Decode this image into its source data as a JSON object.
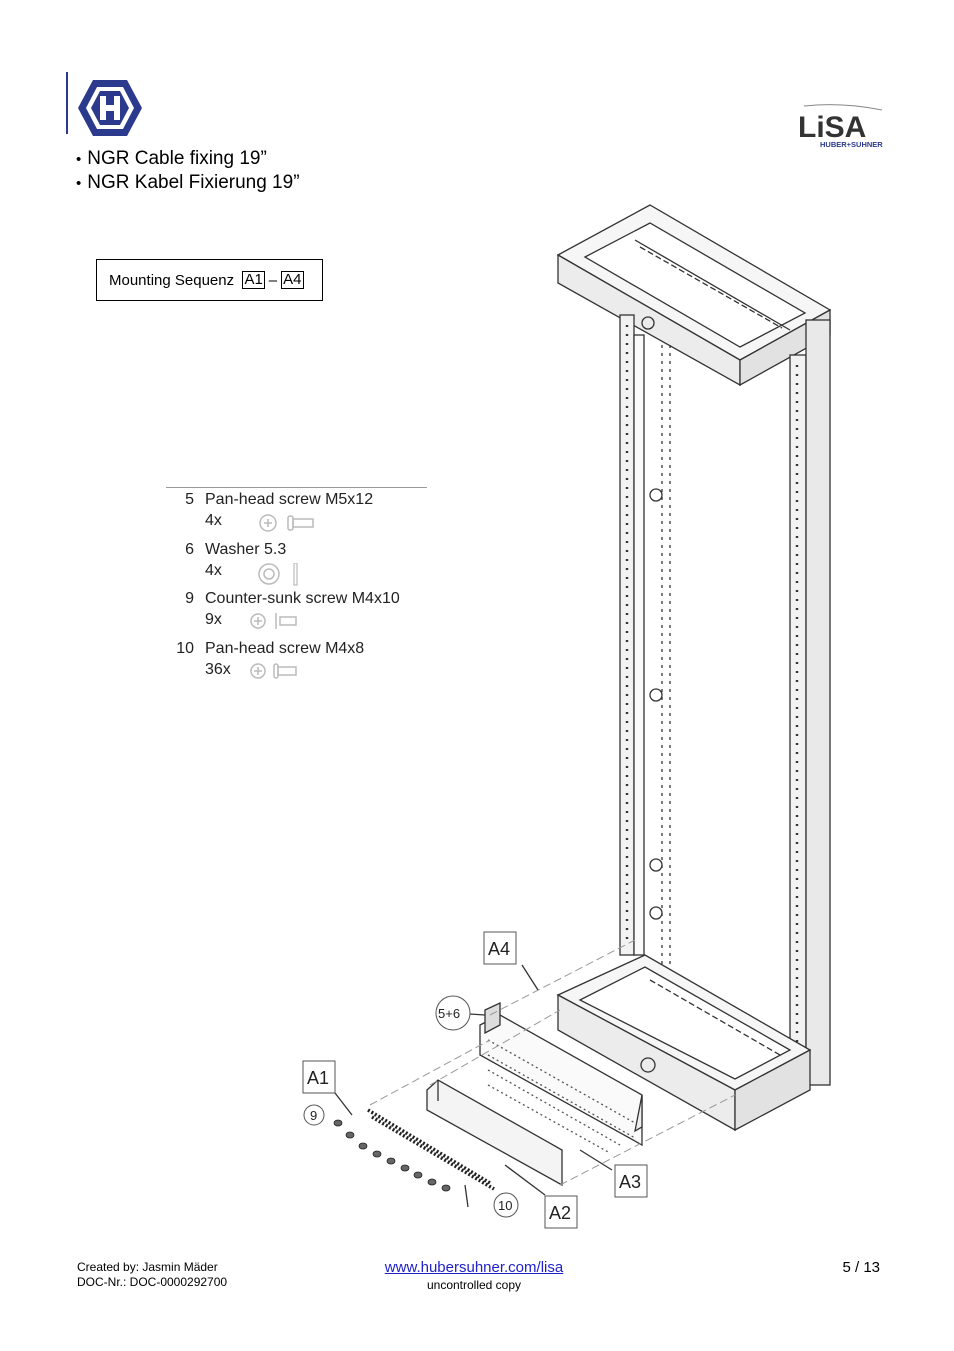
{
  "header": {
    "bullets": [
      "NGR Cable fixing 19”",
      "NGR Kabel Fixierung 19”"
    ],
    "lisa_logo": {
      "word": "LiSA",
      "sub": "HUBER+SUHNER"
    },
    "hs_logo_letter": "H"
  },
  "sequence_box": {
    "label": "Mounting Sequenz",
    "from": "A1",
    "dash": "–",
    "to": "A4"
  },
  "parts": [
    {
      "num": "5",
      "name": "Pan-head screw M5x12",
      "qty": "4x",
      "icon": "pan-head-screw-icon"
    },
    {
      "num": "6",
      "name": "Washer 5.3",
      "qty": "4x",
      "icon": "washer-icon"
    },
    {
      "num": "9",
      "name": "Counter-sunk screw M4x10",
      "qty": "9x",
      "icon": "countersunk-screw-icon"
    },
    {
      "num": "10",
      "name": "Pan-head screw M4x8",
      "qty": "36x",
      "icon": "pan-head-screw-icon"
    }
  ],
  "drawing_callouts": {
    "a1": "A1",
    "a2": "A2",
    "a3": "A3",
    "a4": "A4",
    "c56": "5+6",
    "c9": "9",
    "c10": "10"
  },
  "footer": {
    "created_by": "Created by: Jasmin Mäder",
    "doc_nr": "DOC-Nr.: DOC-0000292700",
    "link": "www.hubersuhner.com/lisa",
    "uncontrolled": "uncontrolled copy",
    "page": "5 / 13"
  },
  "colors": {
    "logo_blue": "#2b3a8c",
    "link_blue": "#1f1fcc"
  }
}
